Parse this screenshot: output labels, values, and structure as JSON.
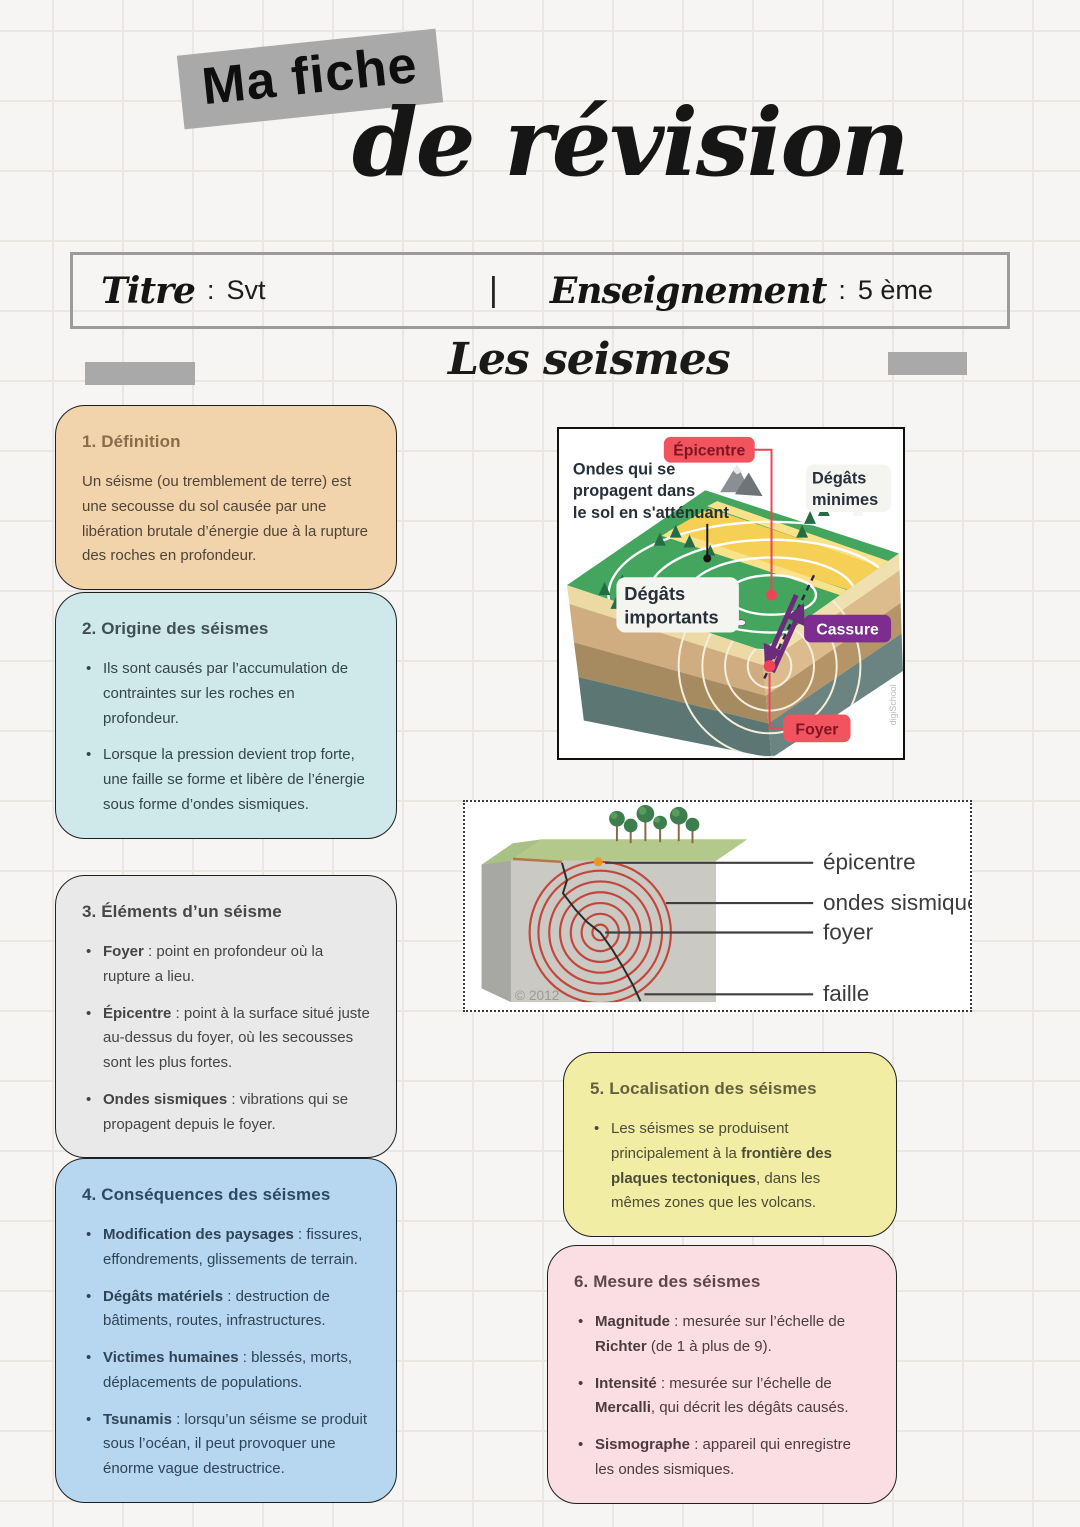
{
  "header": {
    "tape_title": "Ma fiche",
    "script_title": "de révision",
    "title_label": "Titre",
    "title_colon": ":",
    "title_value": "Svt",
    "divider": "|",
    "teaching_label": "Enseignement",
    "teaching_colon": ":",
    "teaching_value": "5 ème",
    "sheet_title": "Les seismes"
  },
  "sections": [
    {
      "heading": "1. Définition",
      "paragraph": "Un séisme (ou tremblement de terre) est une secousse du sol causée par une libération brutale d’énergie due à la rupture des roches en profondeur.",
      "color": "#f2d4ac"
    },
    {
      "heading": "2. Origine des séismes",
      "color": "#cfe8ea",
      "bullets": [
        {
          "text": "Ils sont causés par l’accumulation de contraintes sur les roches en profondeur."
        },
        {
          "text": "Lorsque la pression devient trop forte, une faille se forme et libère de l’énergie sous forme d’ondes sismiques."
        }
      ]
    },
    {
      "heading": "3. Éléments d’un séisme",
      "color": "#e9e9e9",
      "bullets": [
        {
          "bold": "Foyer",
          "text": " : point en profondeur où la rupture a lieu."
        },
        {
          "bold": "Épicentre",
          "text": " : point à la surface situé juste au-dessus du foyer, où les secousses sont les plus fortes."
        },
        {
          "bold": "Ondes sismiques",
          "text": " : vibrations qui se propagent depuis le foyer."
        }
      ]
    },
    {
      "heading": "4. Conséquences des séismes",
      "color": "#b7d7f0",
      "bullets": [
        {
          "bold": "Modification des paysages",
          "text": " : fissures, effondrements, glissements de terrain."
        },
        {
          "bold": "Dégâts matériels",
          "text": " : destruction de bâtiments, routes, infrastructures."
        },
        {
          "bold": "Victimes humaines",
          "text": " : blessés, morts, déplacements de populations."
        },
        {
          "bold": "Tsunamis",
          "text": " : lorsqu’un séisme se produit sous l’océan, il peut provoquer une énorme vague destructrice."
        }
      ]
    },
    {
      "heading": "5. Localisation des séismes",
      "color": "#f2eda5",
      "bullets": [
        {
          "pre": "Les séismes se produisent principalement à la ",
          "bold": "frontière des plaques tectoniques",
          "text": ", dans les mêmes zones que les volcans."
        }
      ]
    },
    {
      "heading": "6. Mesure des séismes",
      "color": "#fbdee3",
      "bullets": [
        {
          "bold": "Magnitude",
          "mid": " : mesurée sur l’échelle de ",
          "bold2": "Richter",
          "text": " (de 1 à plus de 9)."
        },
        {
          "bold": "Intensité",
          "mid": " : mesurée sur l’échelle de ",
          "bold2": "Mercalli",
          "text": ", qui décrit les dégâts causés."
        },
        {
          "bold": "Sismographe",
          "text": " : appareil qui enregistre les ondes sismiques."
        }
      ]
    }
  ],
  "diagram1": {
    "epicentre": "Épicentre",
    "degats_minimes_line1": "Dégâts",
    "degats_minimes_line2": "minimes",
    "ondes_line1": "Ondes qui se",
    "ondes_line2": "propagent dans",
    "ondes_line3": "le sol en s'atténuant",
    "degats_importants_line1": "Dégâts",
    "degats_importants_line2": "importants",
    "cassure": "Cassure",
    "foyer": "Foyer",
    "watermark": "digiSchool"
  },
  "diagram2": {
    "epicentre": "épicentre",
    "ondes_sismiques": "ondes sismiques",
    "foyer": "foyer",
    "faille": "faille",
    "copyright": "© 2012"
  },
  "colors": {
    "tape_gray": "#a9a9a9",
    "box_definition": "#f2d4ac",
    "box_origine": "#cfe8ea",
    "box_elements": "#e9e9e9",
    "box_consequences": "#b7d7f0",
    "box_localisation": "#f2eda5",
    "box_mesure": "#fbdee3",
    "badge_red": "#f2545f",
    "badge_red_text": "#801522",
    "badge_purple": "#7c2d8f",
    "seismic_wave_red": "#c2473a",
    "terrain_green": "#44a55e"
  }
}
